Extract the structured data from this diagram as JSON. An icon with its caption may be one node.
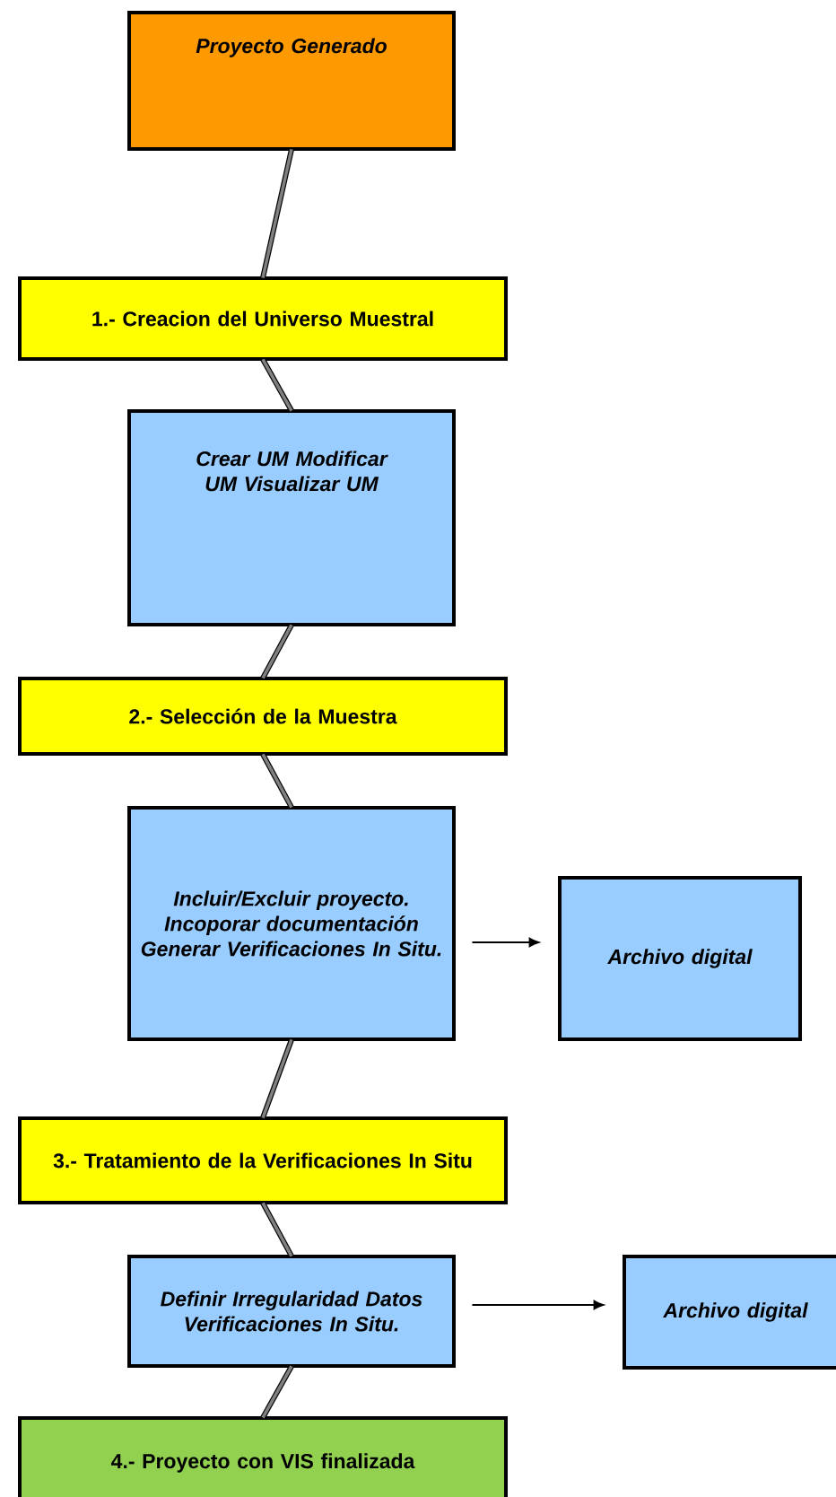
{
  "diagram": {
    "nodes": [
      {
        "text": [
          "Proyecto Generado"
        ]
      },
      {
        "text": [
          "1.- Creacion del Universo Muestral"
        ]
      },
      {
        "text": [
          "Crear UM Modificar  UM Visualizar UM"
        ]
      },
      {
        "text": [
          "2.- Selección de la Muestra"
        ]
      },
      {
        "text": [
          "Incluir/Excluir proyecto. Incoporar documentación Generar Verificaciones In Situ."
        ]
      },
      {
        "text": [
          "Archivo digital"
        ]
      },
      {
        "text": [
          "3.- Tratamiento de la Verificaciones In Situ"
        ]
      },
      {
        "text": [
          "Definir Irregularidad Datos Verificaciones In Situ."
        ]
      },
      {
        "text": [
          "Archivo digital"
        ]
      },
      {
        "text": [
          "4.- Proyecto con VIS finalizada"
        ]
      }
    ],
    "edges": [
      {
        "from": 0,
        "to": 1,
        "arrow": "none"
      },
      {
        "from": 1,
        "to": 2,
        "arrow": "none"
      },
      {
        "from": 2,
        "to": 3,
        "arrow": "none"
      },
      {
        "from": 3,
        "to": 4,
        "arrow": "none"
      },
      {
        "from": 4,
        "to": 5,
        "arrow": "to",
        "color": "#000000"
      },
      {
        "from": 4,
        "to": 6,
        "arrow": "none"
      },
      {
        "from": 6,
        "to": 7,
        "arrow": "none"
      },
      {
        "from": 7,
        "to": 8,
        "arrow": "to",
        "color": "#000000"
      },
      {
        "from": 7,
        "to": 9,
        "arrow": "none"
      }
    ]
  }
}
